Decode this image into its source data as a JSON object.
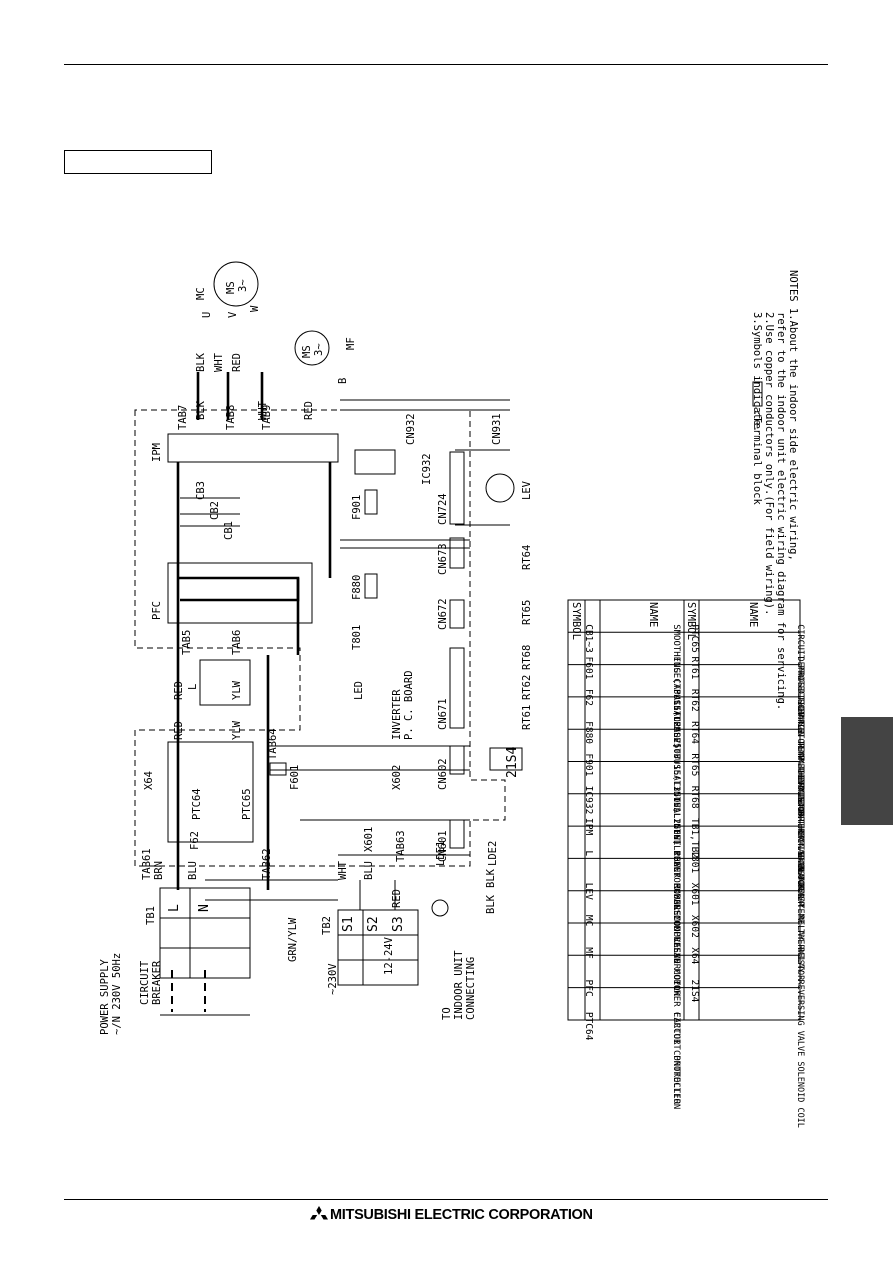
{
  "diagram": {
    "supply": [
      "POWER SUPPLY",
      "~/N 230V 50Hz"
    ],
    "breaker": [
      "CIRCUIT",
      "BREAKER"
    ],
    "tb1": "TB1",
    "tb1_terms": [
      "L",
      "N"
    ],
    "tb2": "TB2",
    "tb2_terms": [
      "S1",
      "S2",
      "S3"
    ],
    "v230": "~230V",
    "v1224": "12-24V",
    "indoor": [
      "TO",
      "INDOOR UNIT",
      "CONNECTING"
    ],
    "grn": "GRN/YLW",
    "wires": {
      "brn": "BRN",
      "blu": "BLU",
      "wht": "WHT",
      "red": "RED",
      "blk": "BLK",
      "ylw": "YLW"
    },
    "tabs": [
      "TAB61",
      "TAB62",
      "TAB63",
      "TAB64",
      "TAB5",
      "TAB6",
      "TAB7",
      "TAB8",
      "TAB9"
    ],
    "lde": [
      "LDE1",
      "LDE2"
    ],
    "parts": {
      "x64": "X64",
      "ptc64": "PTC64",
      "ptc65": "PTC65",
      "f62": "F62",
      "f601": "F601",
      "x602": "X602",
      "x601": "X601",
      "cn602": "CN602",
      "cn601": "CN601",
      "s21s4": "21S4",
      "led": "LED",
      "board": [
        "INVERTER",
        "P. C. BOARD"
      ],
      "l": "L",
      "pfc": "PFC",
      "cb1": "CB1",
      "cb2": "CB2",
      "cb3": "CB3",
      "ipm": "IPM",
      "f901": "F901",
      "f880": "F880",
      "t801": "T801",
      "ic932": "IC932",
      "cn932": "CN932",
      "cn931": "CN931",
      "cn724": "CN724",
      "lev": "LEV",
      "cn673": "CN673",
      "cn672": "CN672",
      "cn671": "CN671",
      "rt64": "RT64",
      "rt65": "RT65",
      "rt68": "RT68",
      "rt62": "RT62",
      "rt61": "RT61",
      "mc": "MC",
      "mf": "MF",
      "ms": "MS",
      "ms3": "3~",
      "u": "U",
      "v": "V",
      "w": "W",
      "b": "B"
    }
  },
  "legend": {
    "headers": [
      "SYMBOL",
      "NAME",
      "SYMBOL",
      "NAME"
    ],
    "left": [
      [
        "CB1~3",
        "SMOOTHING CAPACITOR"
      ],
      [
        "F601",
        "FUSE(T3.15AL250V)"
      ],
      [
        "F62",
        "FUSE(T2AL250V)"
      ],
      [
        "F880",
        "FUSE(T3.15AL250V)"
      ],
      [
        "F901",
        "FUSE(T3.15AL250V)"
      ],
      [
        "IC932",
        "INTELLIGENT POWER MODULE"
      ],
      [
        "IPM",
        "INTELLIGENT POWER MODULE"
      ],
      [
        "L",
        "REACTOR"
      ],
      [
        "LEV",
        "EXPANSION VALVE COIL"
      ],
      [
        "MC",
        "COMPRESSOR"
      ],
      [
        "MF",
        "FAN MOTOR"
      ],
      [
        "PFC",
        "POWER FACTOR CONTROLLER"
      ],
      [
        "PTC64",
        "CIRCUIT PROTECTION"
      ]
    ],
    "right": [
      [
        "PTC65",
        "CIRCUIT PROTECTION"
      ],
      [
        "RT61",
        "DEFROST THERMISTOR"
      ],
      [
        "RT62",
        "DISCHARGE TEMP.THERMISTOR"
      ],
      [
        "RT64",
        "FIN TEMP.THERMISTOR"
      ],
      [
        "RT65",
        "AMBIENT TEMP.THERMISTOR"
      ],
      [
        "RT68",
        "OUTDOOR HEAT EXCHANGER TEMP.THERMISTOR"
      ],
      [
        "TB1,TB2",
        "TERMINAL BLOCK"
      ],
      [
        "T801",
        "TRANSFORMER"
      ],
      [
        "X601",
        "RELAY"
      ],
      [
        "X602",
        "RELAY"
      ],
      [
        "X64",
        "RELAY"
      ],
      [
        "21S4",
        "REVERSING VALVE SOLENOID COIL"
      ],
      [
        "",
        ""
      ]
    ]
  },
  "notes": [
    "NOTES 1.About the indoor side electric wiring,",
    "refer to the indoor unit electric wiring diagram for servicing.",
    "2.Use copper conductors only.(For field wiring).",
    "3.Symbols indicate.",
    ":Terminal block"
  ],
  "footer": {
    "company": "MITSUBISHI ELECTRIC CORPORATION"
  }
}
